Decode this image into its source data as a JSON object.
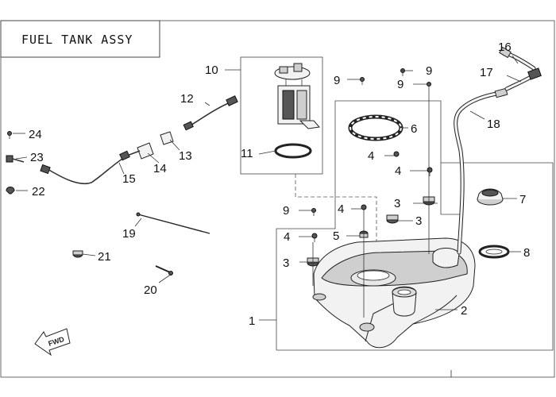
{
  "title": "FUEL TANK ASSY",
  "fwd_label": "FWD",
  "callouts": [
    {
      "id": "1",
      "label": "1"
    },
    {
      "id": "2",
      "label": "2"
    },
    {
      "id": "3a",
      "label": "3"
    },
    {
      "id": "3b",
      "label": "3"
    },
    {
      "id": "3c",
      "label": "3"
    },
    {
      "id": "4a",
      "label": "4"
    },
    {
      "id": "4b",
      "label": "4"
    },
    {
      "id": "4c",
      "label": "4"
    },
    {
      "id": "4d",
      "label": "4"
    },
    {
      "id": "5",
      "label": "5"
    },
    {
      "id": "6",
      "label": "6"
    },
    {
      "id": "7",
      "label": "7"
    },
    {
      "id": "8",
      "label": "8"
    },
    {
      "id": "9a",
      "label": "9"
    },
    {
      "id": "9b",
      "label": "9"
    },
    {
      "id": "9c",
      "label": "9"
    },
    {
      "id": "9d",
      "label": "9"
    },
    {
      "id": "10",
      "label": "10"
    },
    {
      "id": "11",
      "label": "11"
    },
    {
      "id": "12",
      "label": "12"
    },
    {
      "id": "13",
      "label": "13"
    },
    {
      "id": "14",
      "label": "14"
    },
    {
      "id": "15",
      "label": "15"
    },
    {
      "id": "16",
      "label": "16"
    },
    {
      "id": "17",
      "label": "17"
    },
    {
      "id": "18",
      "label": "18"
    },
    {
      "id": "19",
      "label": "19"
    },
    {
      "id": "20",
      "label": "20"
    },
    {
      "id": "21",
      "label": "21"
    },
    {
      "id": "22",
      "label": "22"
    },
    {
      "id": "23",
      "label": "23"
    },
    {
      "id": "24",
      "label": "24"
    }
  ]
}
